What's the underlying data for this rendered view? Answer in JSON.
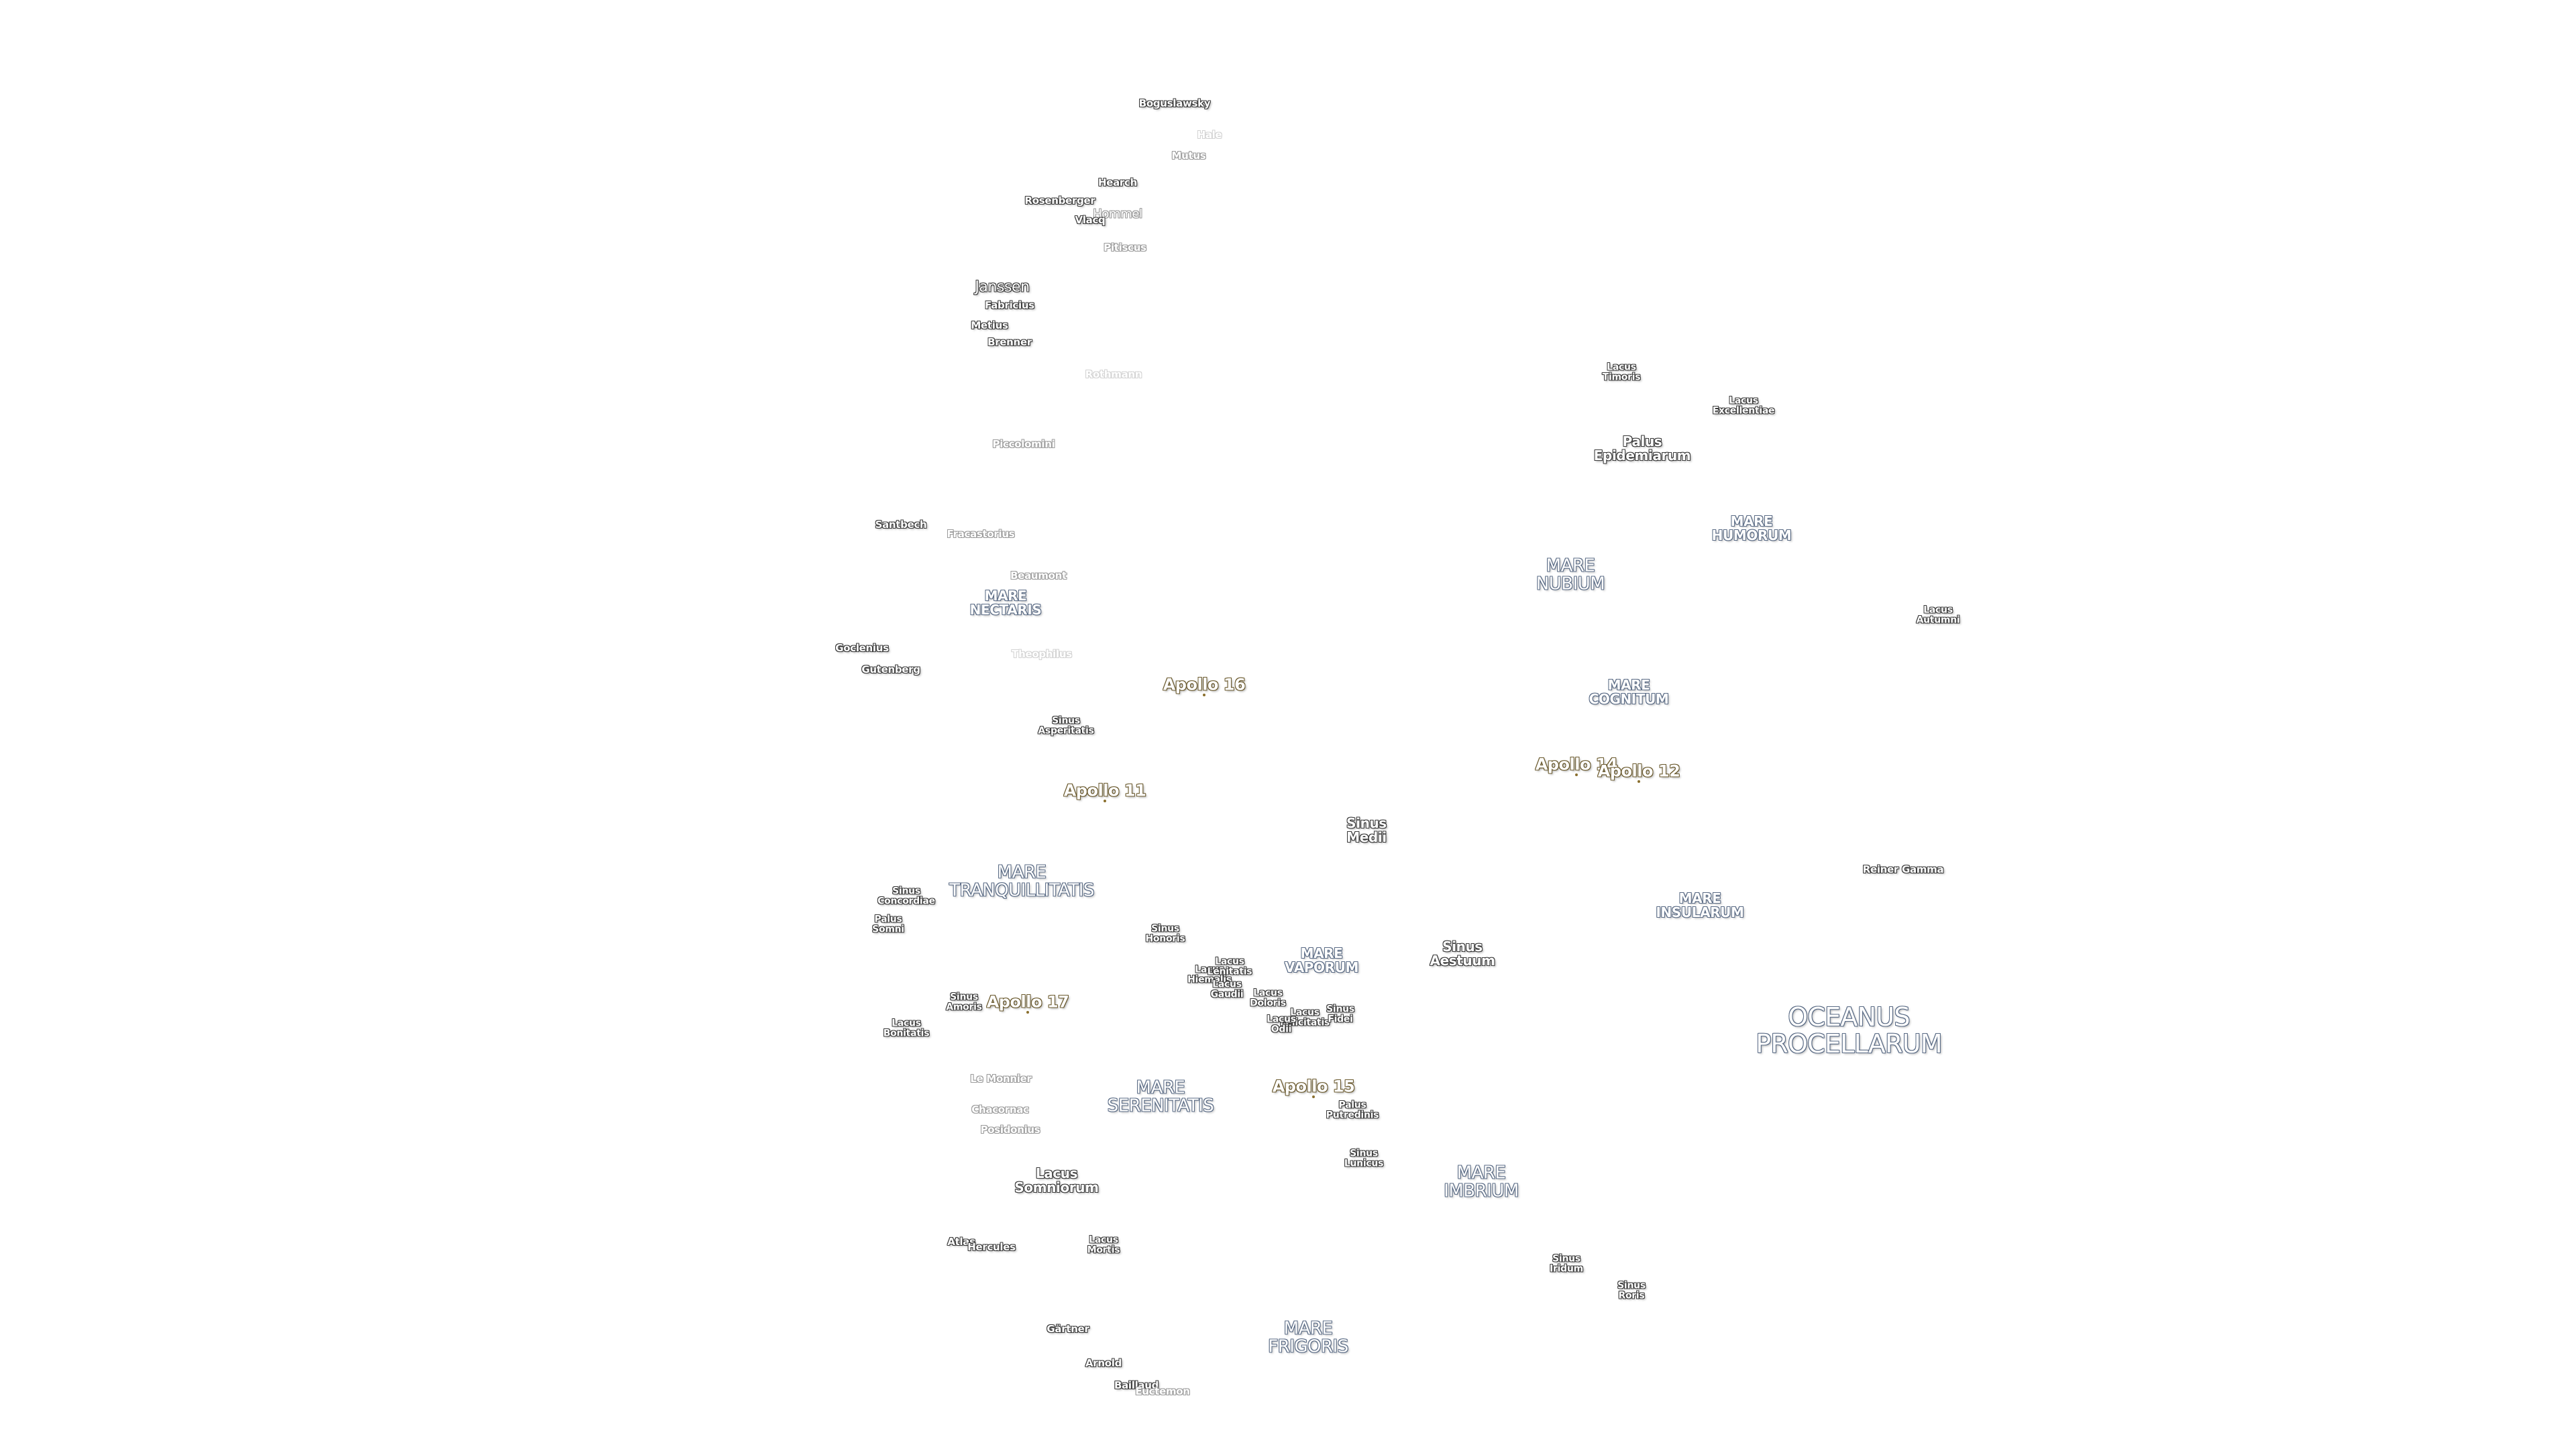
{
  "colors": {
    "background": "#ffffff",
    "crater_outline": "#3a3a3a",
    "faint_outline": "#9a9a9a",
    "mare_outline": "#5a6b85",
    "apollo_outline": "#6b5a2e"
  },
  "labels": {
    "boguslawsky": "Boguslawsky",
    "hale": "Hale",
    "mutus": "Mutus",
    "hearch": "Hearch",
    "rosenberger": "Rosenberger",
    "hommel": "Hommel",
    "vlacq": "Vlacq",
    "pitiscus": "Pitiscus",
    "janssen": "Janssen",
    "fabricius": "Fabricius",
    "metius": "Metius",
    "brenner": "Brenner",
    "rothmann": "Rothmann",
    "piccolomini": "Piccolomini",
    "santbech": "Santbech",
    "fracastorius": "Fracastorius",
    "beaumont": "Beaumont",
    "goclenius": "Goclenius",
    "gutenberg": "Gutenberg",
    "theophilus": "Theophilus",
    "le_monnier": "Le Monnier",
    "chacornac": "Chacornac",
    "posidonius": "Posidonius",
    "atlas": "Atlas",
    "hercules": "Hercules",
    "gartner": "Gärtner",
    "arnold": "Arnold",
    "baillaud": "Baillaud",
    "euctemon": "Euctemon",
    "reiner_gamma": "Reiner Gamma"
  },
  "maria": {
    "mare_nectaris": "MARE\nNECTARIS",
    "mare_tranquillitatis": "MARE\nTRANQUILLITATIS",
    "mare_serenitatis": "MARE\nSERENITATIS",
    "mare_vaporum": "MARE\nVAPORUM",
    "mare_imbrium": "MARE\nIMBRIUM",
    "mare_frigoris": "MARE\nFRIGORIS",
    "mare_nubium": "MARE\nNUBIUM",
    "mare_humorum": "MARE\nHUMORUM",
    "mare_cognitum": "MARE\nCOGNITUM",
    "mare_insularum": "MARE\nINSULARUM",
    "oceanus_procellarum": "OCEANUS\nPROCELLARUM"
  },
  "small_bodies": {
    "lacus_timoris": "Lacus\nTimoris",
    "lacus_excellentiae": "Lacus\nExcellentiae",
    "palus_epidemiarum": "Palus\nEpidemiarum",
    "lacus_autumni": "Lacus\nAutumni",
    "sinus_asperitatis": "Sinus\nAsperitatis",
    "sinus_medii": "Sinus\nMedii",
    "sinus_concordiae": "Sinus\nConcordiae",
    "palus_somni": "Palus\nSomni",
    "sinus_honoris": "Sinus\nHonoris",
    "lacus_hiemalis": "Lacus\nHiemalis",
    "lacus_lenitatis": "Lacus\nLenitatis",
    "lacus_gaudii": "Lacus\nGaudii",
    "lacus_doloris": "Lacus\nDoloris",
    "lacus_felicitatis": "Lacus\nFelicitatis",
    "lacus_odii": "Lacus\nOdii",
    "sinus_fidei": "Sinus\nFidei",
    "sinus_aestuum": "Sinus\nAestuum",
    "sinus_amoris": "Sinus\nAmoris",
    "lacus_bonitatis": "Lacus\nBonitatis",
    "palus_putredinis": "Palus\nPutredinis",
    "sinus_lunicus": "Sinus\nLunicus",
    "lacus_somniorum": "Lacus\nSomniorum",
    "lacus_mortis": "Lacus\nMortis",
    "sinus_iridum": "Sinus\nIridum",
    "sinus_roris": "Sinus\nRoris"
  },
  "apollo_sites": {
    "apollo_16": "Apollo 16",
    "apollo_11": "Apollo 11",
    "apollo_14": "Apollo 14",
    "apollo_12": "Apollo 12",
    "apollo_17": "Apollo 17",
    "apollo_15": "Apollo 15"
  }
}
